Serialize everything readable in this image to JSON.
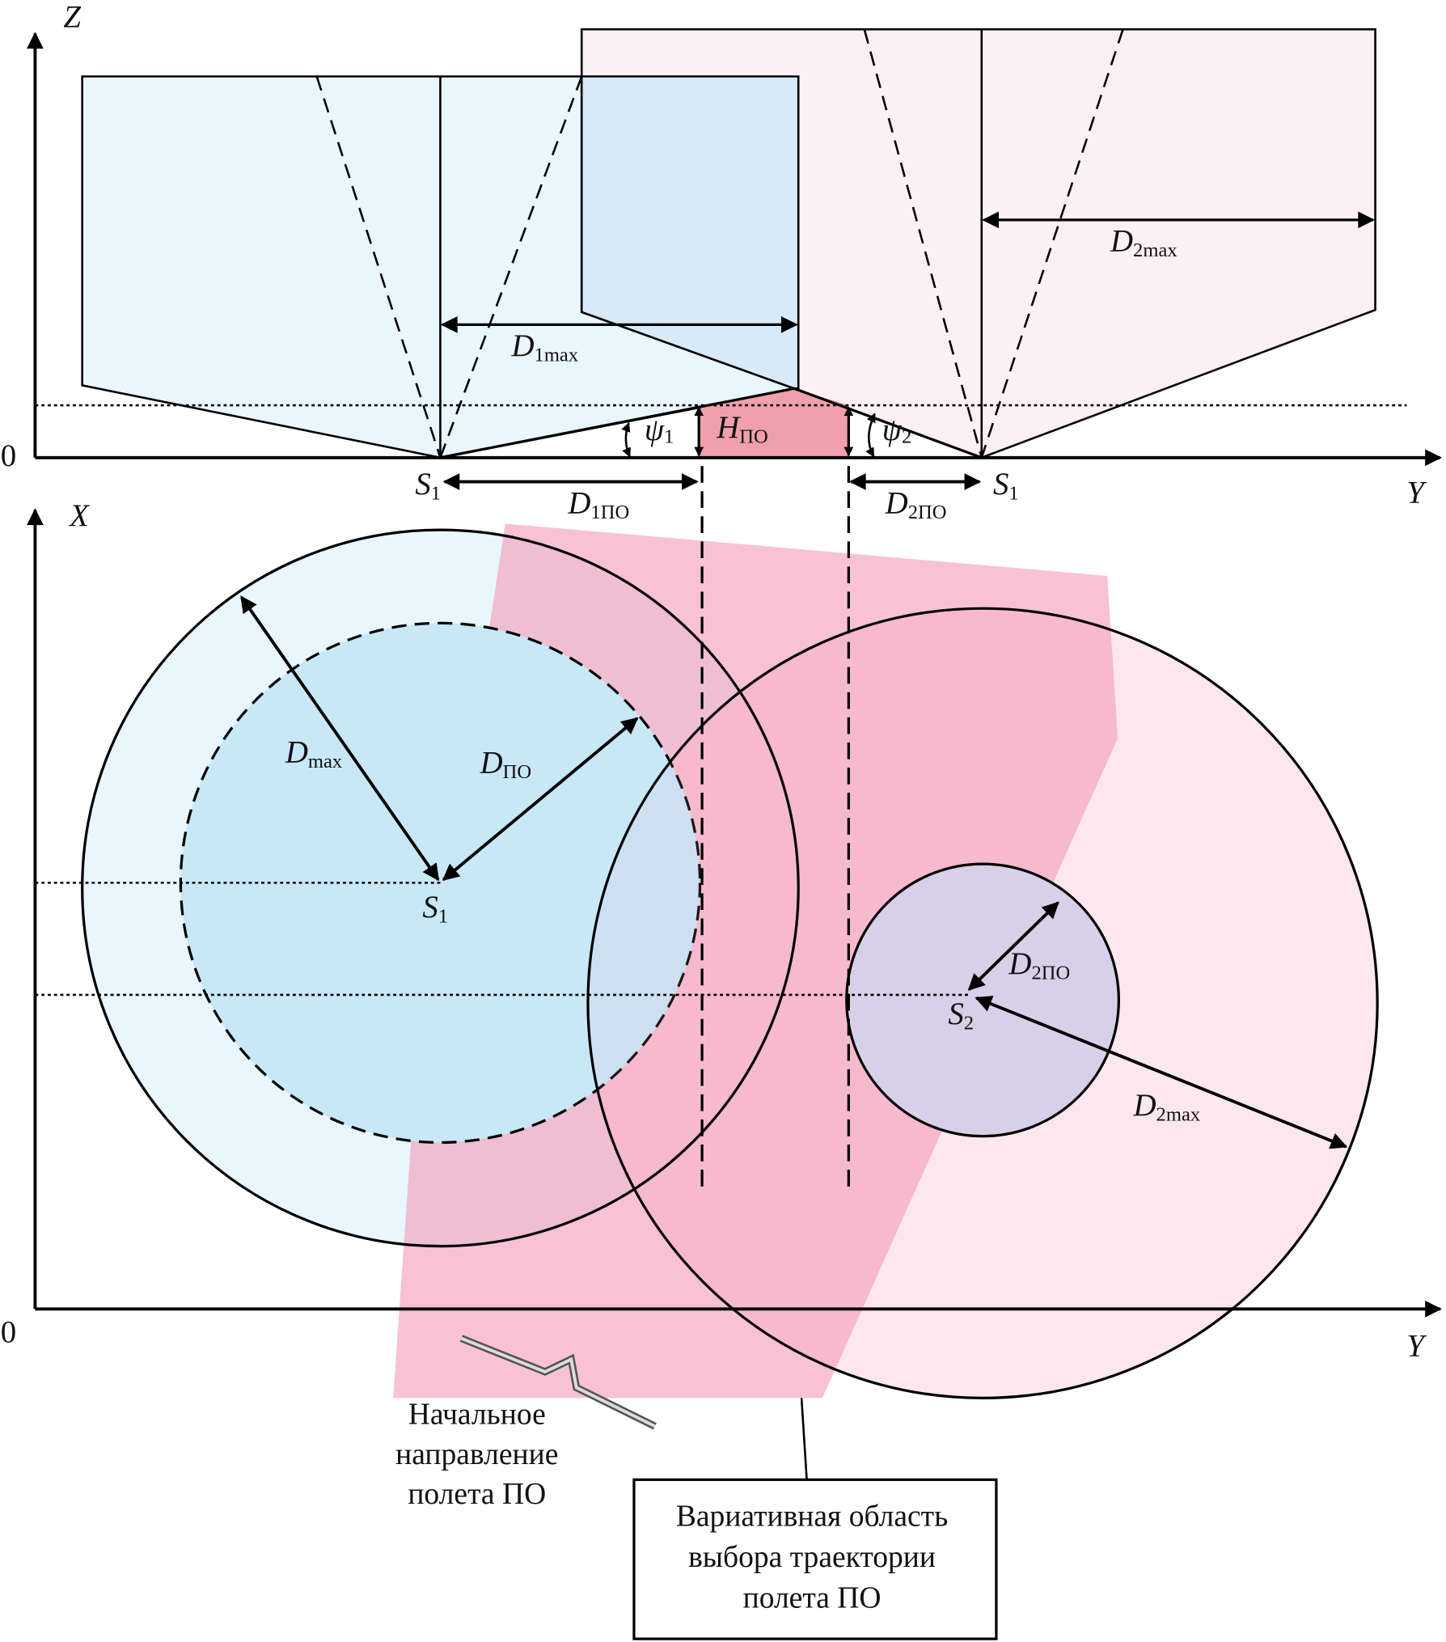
{
  "top_view": {
    "axis_z": "Z",
    "axis_y": "Y",
    "origin": "0",
    "d1max": {
      "main": "D",
      "sub": "1max"
    },
    "d2max": {
      "main": "D",
      "sub": "2max"
    },
    "psi1": {
      "main": "ψ",
      "sub": "1"
    },
    "psi2": {
      "main": "ψ",
      "sub": "2"
    },
    "h_po": {
      "main": "H",
      "sub": "ПО"
    },
    "s1_left": {
      "main": "S",
      "sub": "1"
    },
    "s1_right": {
      "main": "S",
      "sub": "1"
    },
    "d1po": {
      "main": "D",
      "sub": "1ПО"
    },
    "d2po": {
      "main": "D",
      "sub": "2ПО"
    }
  },
  "plan_view": {
    "axis_x": "X",
    "axis_y": "Y",
    "origin": "0",
    "dmax": {
      "main": "D",
      "sub": "max"
    },
    "dpo": {
      "main": "D",
      "sub": "ПО"
    },
    "s1": {
      "main": "S",
      "sub": "1"
    },
    "s2": {
      "main": "S",
      "sub": "2"
    },
    "d2po": {
      "main": "D",
      "sub": "2ПО"
    },
    "d2max": {
      "main": "D",
      "sub": "2max"
    }
  },
  "captions": {
    "initial_direction": [
      "Начальное",
      "направление",
      "полета ПО"
    ],
    "variable_area": [
      "Вариативная область",
      "выбора траектории",
      "полета ПО"
    ]
  },
  "colors": {
    "blue_light": "#eaf6fd",
    "blue_mid": "#c8e8f8",
    "pink_light": "#fdf0f4",
    "pink_zone": "#f28fb0",
    "red_h": "#f0a0ac"
  }
}
